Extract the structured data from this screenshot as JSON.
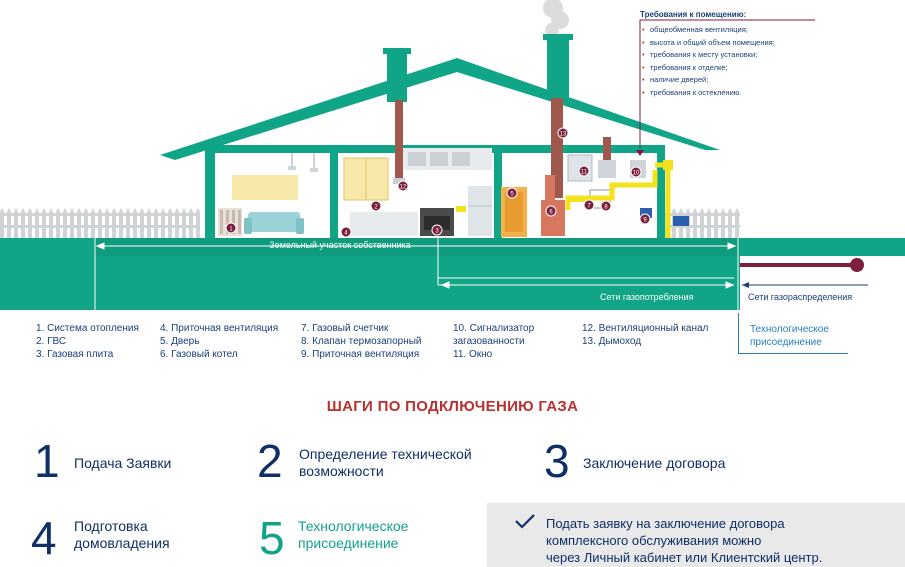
{
  "requirements": {
    "title": "Требования к помещению:",
    "items": [
      "общеобменная вентиляция;",
      "высота и общий объем помещения;",
      "требования к месту установки;",
      "требования к отделке;",
      "наличие дверей;",
      "требования к остеклению."
    ]
  },
  "diagram": {
    "land_label": "Земельный участок собственника",
    "consumption_network": "Сети газопотребления",
    "distribution_network": "Сети газораспределения",
    "markers": [
      "1",
      "2",
      "3",
      "4",
      "5",
      "6",
      "7",
      "8",
      "9",
      "10",
      "11",
      "12",
      "13"
    ]
  },
  "legend": {
    "col1": [
      "1. Система отопления",
      "2. ГВС",
      "3. Газовая плита"
    ],
    "col2": [
      "4. Приточная вентиляция",
      "5. Дверь",
      "6. Газовый котел"
    ],
    "col3": [
      "7. Газовый счетчик",
      "8. Клапан термозапорный",
      "9. Приточная вентиляция"
    ],
    "col4": [
      "10. Сигнализатор",
      "загазованности",
      "11. Окно"
    ],
    "col5": [
      "12. Вентиляционный канал",
      "13. Дымоход"
    ],
    "tech": [
      "Технологическое",
      "присоединение"
    ]
  },
  "steps": {
    "title": "ШАГИ ПО ПОДКЛЮЧЕНИЮ ГАЗА",
    "items": [
      {
        "num": "1",
        "lines": [
          "Подача Заявки"
        ]
      },
      {
        "num": "2",
        "lines": [
          "Определение технической",
          "возможности"
        ]
      },
      {
        "num": "3",
        "lines": [
          "Заключение договора"
        ]
      },
      {
        "num": "4",
        "lines": [
          "Подготовка",
          "домовладения"
        ]
      },
      {
        "num": "5",
        "lines": [
          "Технологическое",
          "присоединение"
        ]
      }
    ],
    "note": [
      "Подать заявку на заключение договора",
      "комплексного обслуживания можно",
      "через Личный кабинет или Клиентский центр."
    ]
  },
  "colors": {
    "green": "#10a587",
    "navy": "#0f2f66",
    "red": "#b8312f",
    "pipe": "#f3e31f",
    "maroon": "#7b1f3d",
    "blue": "#2580c3"
  }
}
